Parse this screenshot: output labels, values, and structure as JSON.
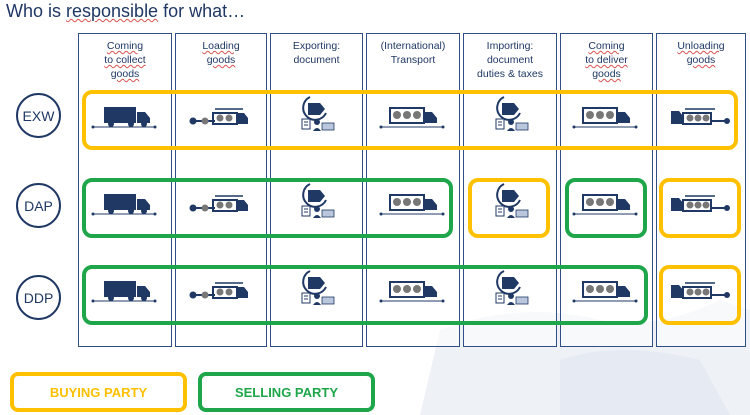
{
  "title": {
    "part1": "Who is ",
    "part2": "responsible",
    "part3": " for what…"
  },
  "columns": [
    {
      "lines": [
        "Coming",
        "to collect",
        "goods"
      ],
      "icon": "truck-icon"
    },
    {
      "lines": [
        "Loading",
        "goods"
      ],
      "icon": "loading-truck-icon"
    },
    {
      "lines": [
        "Exporting:",
        "document"
      ],
      "icon": "customs-document-icon"
    },
    {
      "lines": [
        "(International)",
        "Transport"
      ],
      "icon": "transport-truck-icon"
    },
    {
      "lines": [
        "Importing:",
        "document",
        "duties & taxes"
      ],
      "icon": "customs-document-icon"
    },
    {
      "lines": [
        "Coming",
        "to deliver",
        "goods"
      ],
      "icon": "transport-truck-icon"
    },
    {
      "lines": [
        "Unloading",
        "goods"
      ],
      "icon": "unloading-truck-icon"
    }
  ],
  "rows": [
    {
      "label": "EXW"
    },
    {
      "label": "DAP"
    },
    {
      "label": "DDP"
    }
  ],
  "legend": {
    "buying": "BUYING PARTY",
    "selling": "SELLING PARTY"
  },
  "colors": {
    "buying": "#ffc000",
    "selling": "#1fa64a",
    "primary": "#1f3864"
  }
}
